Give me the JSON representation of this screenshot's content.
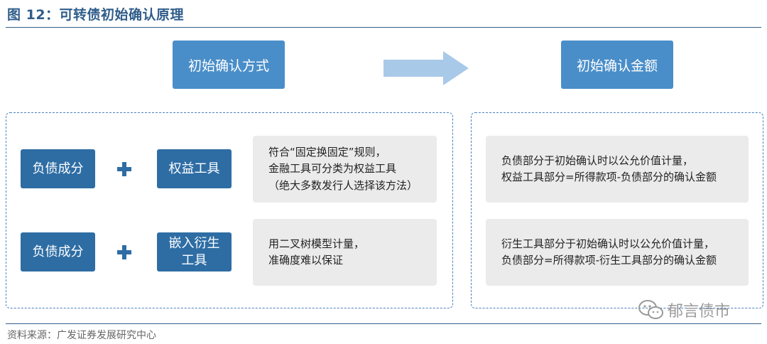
{
  "title": "图 12：可转债初始确认原理",
  "header_left": "初始确认方式",
  "header_right": "初始确认金额",
  "rows": [
    {
      "left_label": "负债成分",
      "right_label": "权益工具",
      "desc_lines": [
        "符合“固定换固定”规则，",
        "金融工具可分类为权益工具",
        "（绝大多数发行人选择该方法）"
      ],
      "amount_lines": [
        "负债部分于初始确认时以公允价值计量，",
        "权益工具部分=所得款项-负债部分的确认金额"
      ]
    },
    {
      "left_label": "负债成分",
      "right_label_lines": [
        "嵌入衍生",
        "工具"
      ],
      "desc_lines": [
        "用二叉树模型计量，",
        "准确度难以保证"
      ],
      "amount_lines": [
        "衍生工具部分于初始确认时以公允价值计量，",
        "负债部分=所得款项-衍生工具部分的确认金额"
      ]
    }
  ],
  "source": "资料来源：广发证券发展研究中心",
  "watermark": "郁言债市",
  "colors": {
    "accent": "#2f5d8a",
    "header_box": "#4a8ec9",
    "dark_box": "#2e6da4",
    "gray_box": "#ebebeb"
  }
}
